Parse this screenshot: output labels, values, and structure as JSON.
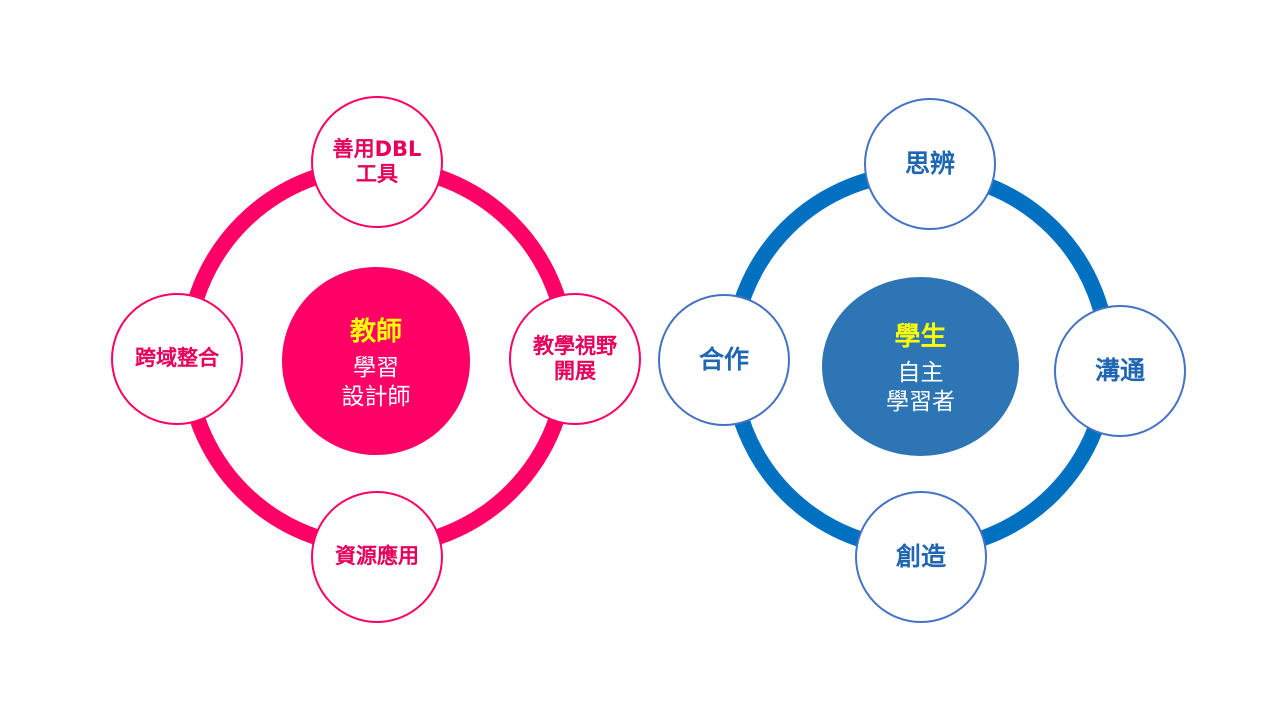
{
  "colors": {
    "teacher_accent": "#ff0066",
    "student_accent": "#0070c0",
    "student_center_fill": "#2e75b6",
    "highlight_title": "#ffff00"
  },
  "teacher": {
    "center_title": "教師",
    "center_line1": "學習",
    "center_line2": "設計師",
    "nodes": {
      "top_line1": "善用DBL",
      "top_line2": "工具",
      "right_line1": "教學視野",
      "right_line2": "開展",
      "bottom": "資源應用",
      "left": "跨域整合"
    }
  },
  "student": {
    "center_title": "學生",
    "center_line1": "自主",
    "center_line2": "學習者",
    "nodes": {
      "top": "思辨",
      "right": "溝通",
      "bottom": "創造",
      "left": "合作"
    }
  }
}
